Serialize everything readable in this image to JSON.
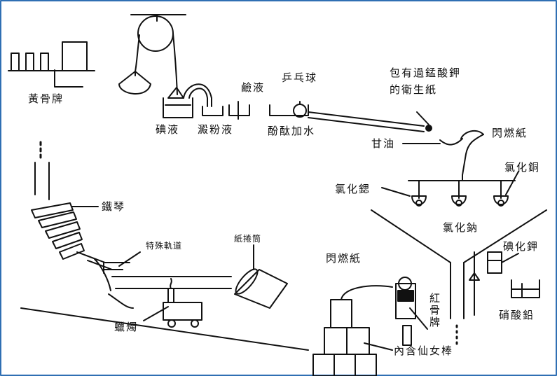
{
  "labels": {
    "huang_gu_pai": "黃骨牌",
    "dian_ye": "碘液",
    "dian_fen_ye": "澱粉液",
    "jian_ye": "鹼液",
    "ping_pang_qiu": "乒乓球",
    "fen_tai_jia_shui": "酚酞加水",
    "bao_you_line1": "包有過錳酸鉀",
    "bao_you_line2": "的衛生紙",
    "gan_you": "甘油",
    "shan_ran_zhi_top": "閃燃紙",
    "lv_hua_gu": "氯化鍶",
    "lv_hua_tong": "氯化銅",
    "lv_hua_na": "氯化鈉",
    "tie_qin": "鐵琴",
    "te_shu_gui_dao": "特殊軌道",
    "zhi_juan_tong": "紙捲筒",
    "dian_hua_jia": "碘化鉀",
    "shan_ran_zhi_mid": "閃燃紙",
    "hong_gu_pai": "紅骨牌",
    "la_zhu": "蠟燭",
    "xiao_suan_qian": "硝酸鉛",
    "nei_han_xian_nv_bang": "內含仙女棒"
  }
}
